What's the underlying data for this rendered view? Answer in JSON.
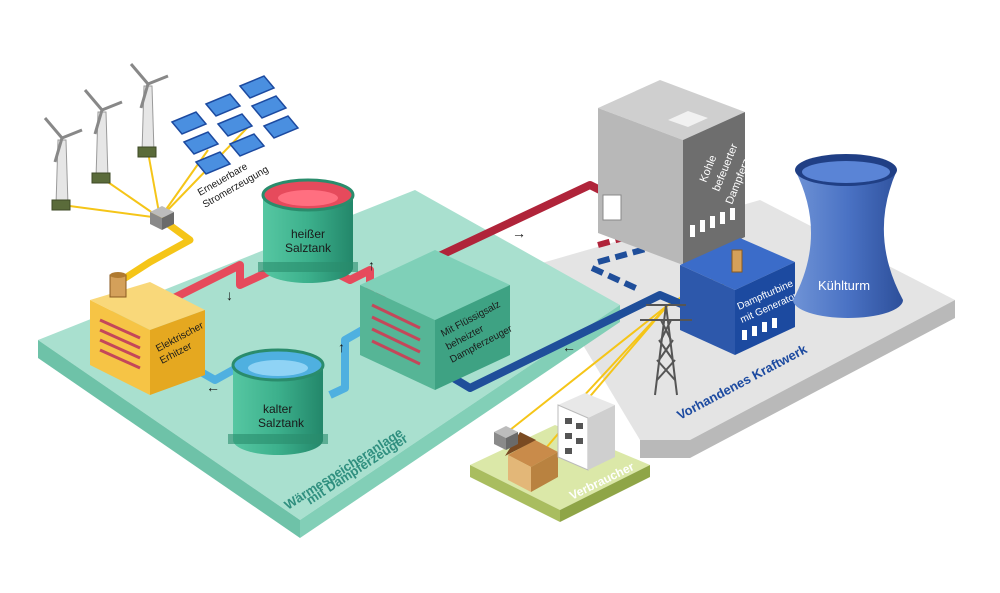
{
  "labels": {
    "renewable_line1": "Erneuerbare",
    "renewable_line2": "Stromerzeugung",
    "hot_tank_line1": "heißer",
    "hot_tank_line2": "Salztank",
    "cold_tank_line1": "kalter",
    "cold_tank_line2": "Salztank",
    "heater_line1": "Elektrischer",
    "heater_line2": "Erhitzer",
    "steam_gen_line1": "Mit Flüssigsalz",
    "steam_gen_line2": "beheizter",
    "steam_gen_line3": "Dampferzeuger",
    "coal_line1": "Kohle",
    "coal_line2": "befeuerter",
    "coal_line3": "Dampferzeuger",
    "turbine_line1": "Dampfturbine",
    "turbine_line2": "mit Generator",
    "cooling_tower": "Kühlturm",
    "existing_plant": "Vorhandenes Kraftwerk",
    "storage_line1": "Wärmespeicheranlage",
    "storage_line2": "mit Dampferzeuger",
    "consumer": "Verbraucher"
  },
  "colors": {
    "storage_platform": "#a9e0cf",
    "plant_platform": "#e4e4e4",
    "consumer_platform": "#dbe8a8",
    "hot_pipe": "#e64a5c",
    "cold_pipe": "#4fb0e0",
    "steam_pipe": "#b0243a",
    "water_pipe": "#1f4e9a",
    "power_line": "#f5c518",
    "tank_green": "#3cb08c",
    "heater_yellow": "#f6c445",
    "turbine_blue": "#1c4aa0",
    "tower_blue": "#4a72c4",
    "coal_grey": "#8a8a8a"
  }
}
